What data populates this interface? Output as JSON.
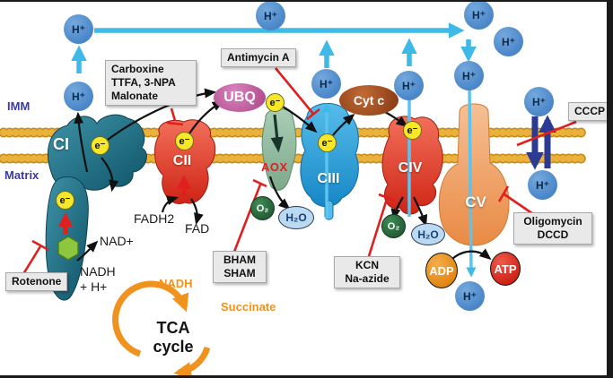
{
  "membrane": {
    "imm_label": "IMM",
    "matrix_label": "Matrix"
  },
  "complexes": {
    "c1": "CI",
    "c2": "CII",
    "c3": "CIII",
    "c4": "CIV",
    "c5": "CV",
    "aox": "AOX"
  },
  "carriers": {
    "ubq": "UBQ",
    "cytc": "Cyt c"
  },
  "particles": {
    "proton": "H⁺",
    "electron": "e⁻",
    "oxygen": "O₂",
    "water": "H₂O",
    "adp": "ADP",
    "atp": "ATP"
  },
  "metabolites": {
    "fadh2": "FADH2",
    "fad": "FAD",
    "nad_plus": "NAD+",
    "nadh_line1": "NADH",
    "nadh_line2": "+ H+",
    "nadh_tca": "NADH",
    "succinate": "Succinate"
  },
  "tca": {
    "line1": "TCA",
    "line2": "cycle"
  },
  "inhibitors": {
    "rotenone": {
      "label": "Rotenone"
    },
    "carboxine": {
      "line1": "Carboxine",
      "line2": "TTFA, 3-NPA",
      "line3": "Malonate"
    },
    "antimycin": {
      "label": "Antimycin A"
    },
    "bham": {
      "line1": "BHAM",
      "line2": "SHAM"
    },
    "kcn": {
      "line1": "KCN",
      "line2": "Na-azide"
    },
    "oligomycin": {
      "line1": "Oligomycin",
      "line2": "DCCD"
    },
    "cccp": {
      "label": "CCCP"
    }
  },
  "colors": {
    "proton_blue": "#4a86c8",
    "flow_blue": "#3fb9e8",
    "membrane_gold": "#e0a32e",
    "inhibitor_red": "#e01f1f",
    "c1_teal": "#166a80",
    "c2_red": "#e23b2e",
    "c3_blue": "#2ba4de",
    "c4_red": "#e8392b",
    "c5_peach": "#f2a46b",
    "aox_green": "#8fbca3",
    "ubq_magenta": "#c75fa8",
    "cytc_brown": "#a85428",
    "o2_green": "#2a6e3f",
    "h2o_blue": "#bcd9f2",
    "adp_orange": "#f0941f",
    "atp_red": "#e03028",
    "tca_orange": "#f0921e",
    "cccp_navy": "#2b3a92",
    "electron_yellow": "#f7e72a"
  }
}
